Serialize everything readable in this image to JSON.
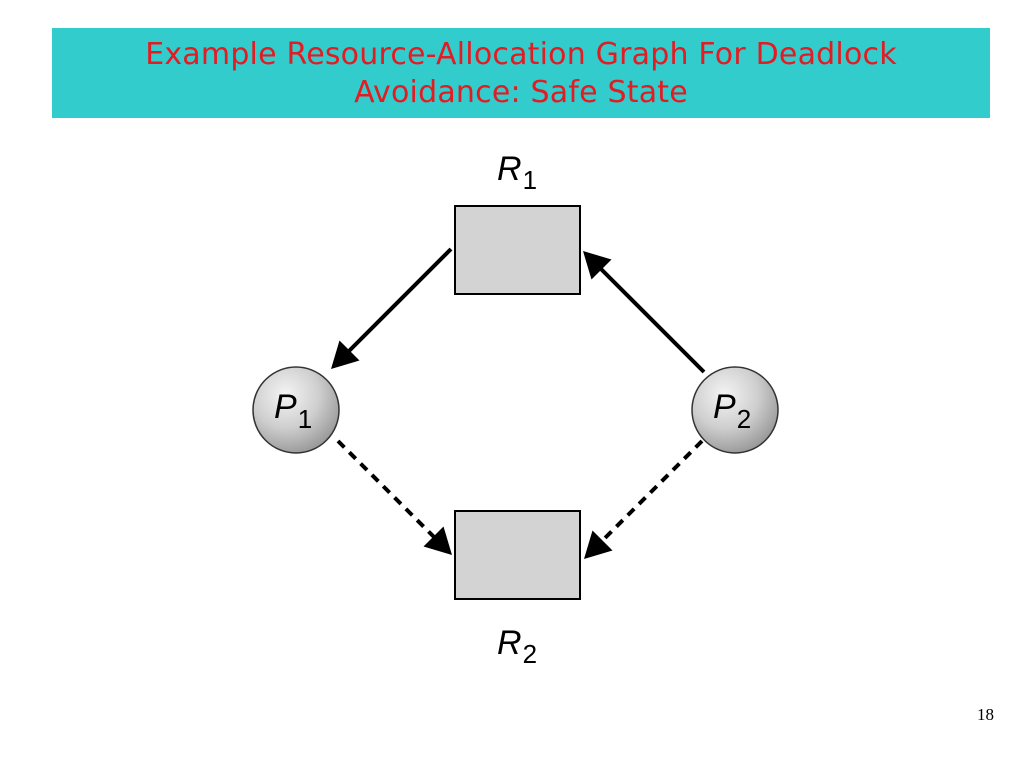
{
  "slide": {
    "title_line_1": "Example Resource-Allocation Graph For Deadlock",
    "title_line_2": "Avoidance: Safe State",
    "page_number": "18"
  },
  "colors": {
    "title_band": "#33cccc",
    "title_text": "#e31b23",
    "resource_fill": "#d3d3d3",
    "process_fill": "#cccccc"
  },
  "graph": {
    "resources": [
      {
        "id": "R1",
        "letter": "R",
        "subscript": "1"
      },
      {
        "id": "R2",
        "letter": "R",
        "subscript": "2"
      }
    ],
    "processes": [
      {
        "id": "P1",
        "letter": "P",
        "subscript": "1"
      },
      {
        "id": "P2",
        "letter": "P",
        "subscript": "2"
      }
    ],
    "edges": [
      {
        "from": "R1",
        "to": "P1",
        "kind": "assignment",
        "style": "solid"
      },
      {
        "from": "P2",
        "to": "R1",
        "kind": "request",
        "style": "solid"
      },
      {
        "from": "P1",
        "to": "R2",
        "kind": "claim",
        "style": "dashed"
      },
      {
        "from": "P2",
        "to": "R2",
        "kind": "claim",
        "style": "dashed"
      }
    ]
  }
}
